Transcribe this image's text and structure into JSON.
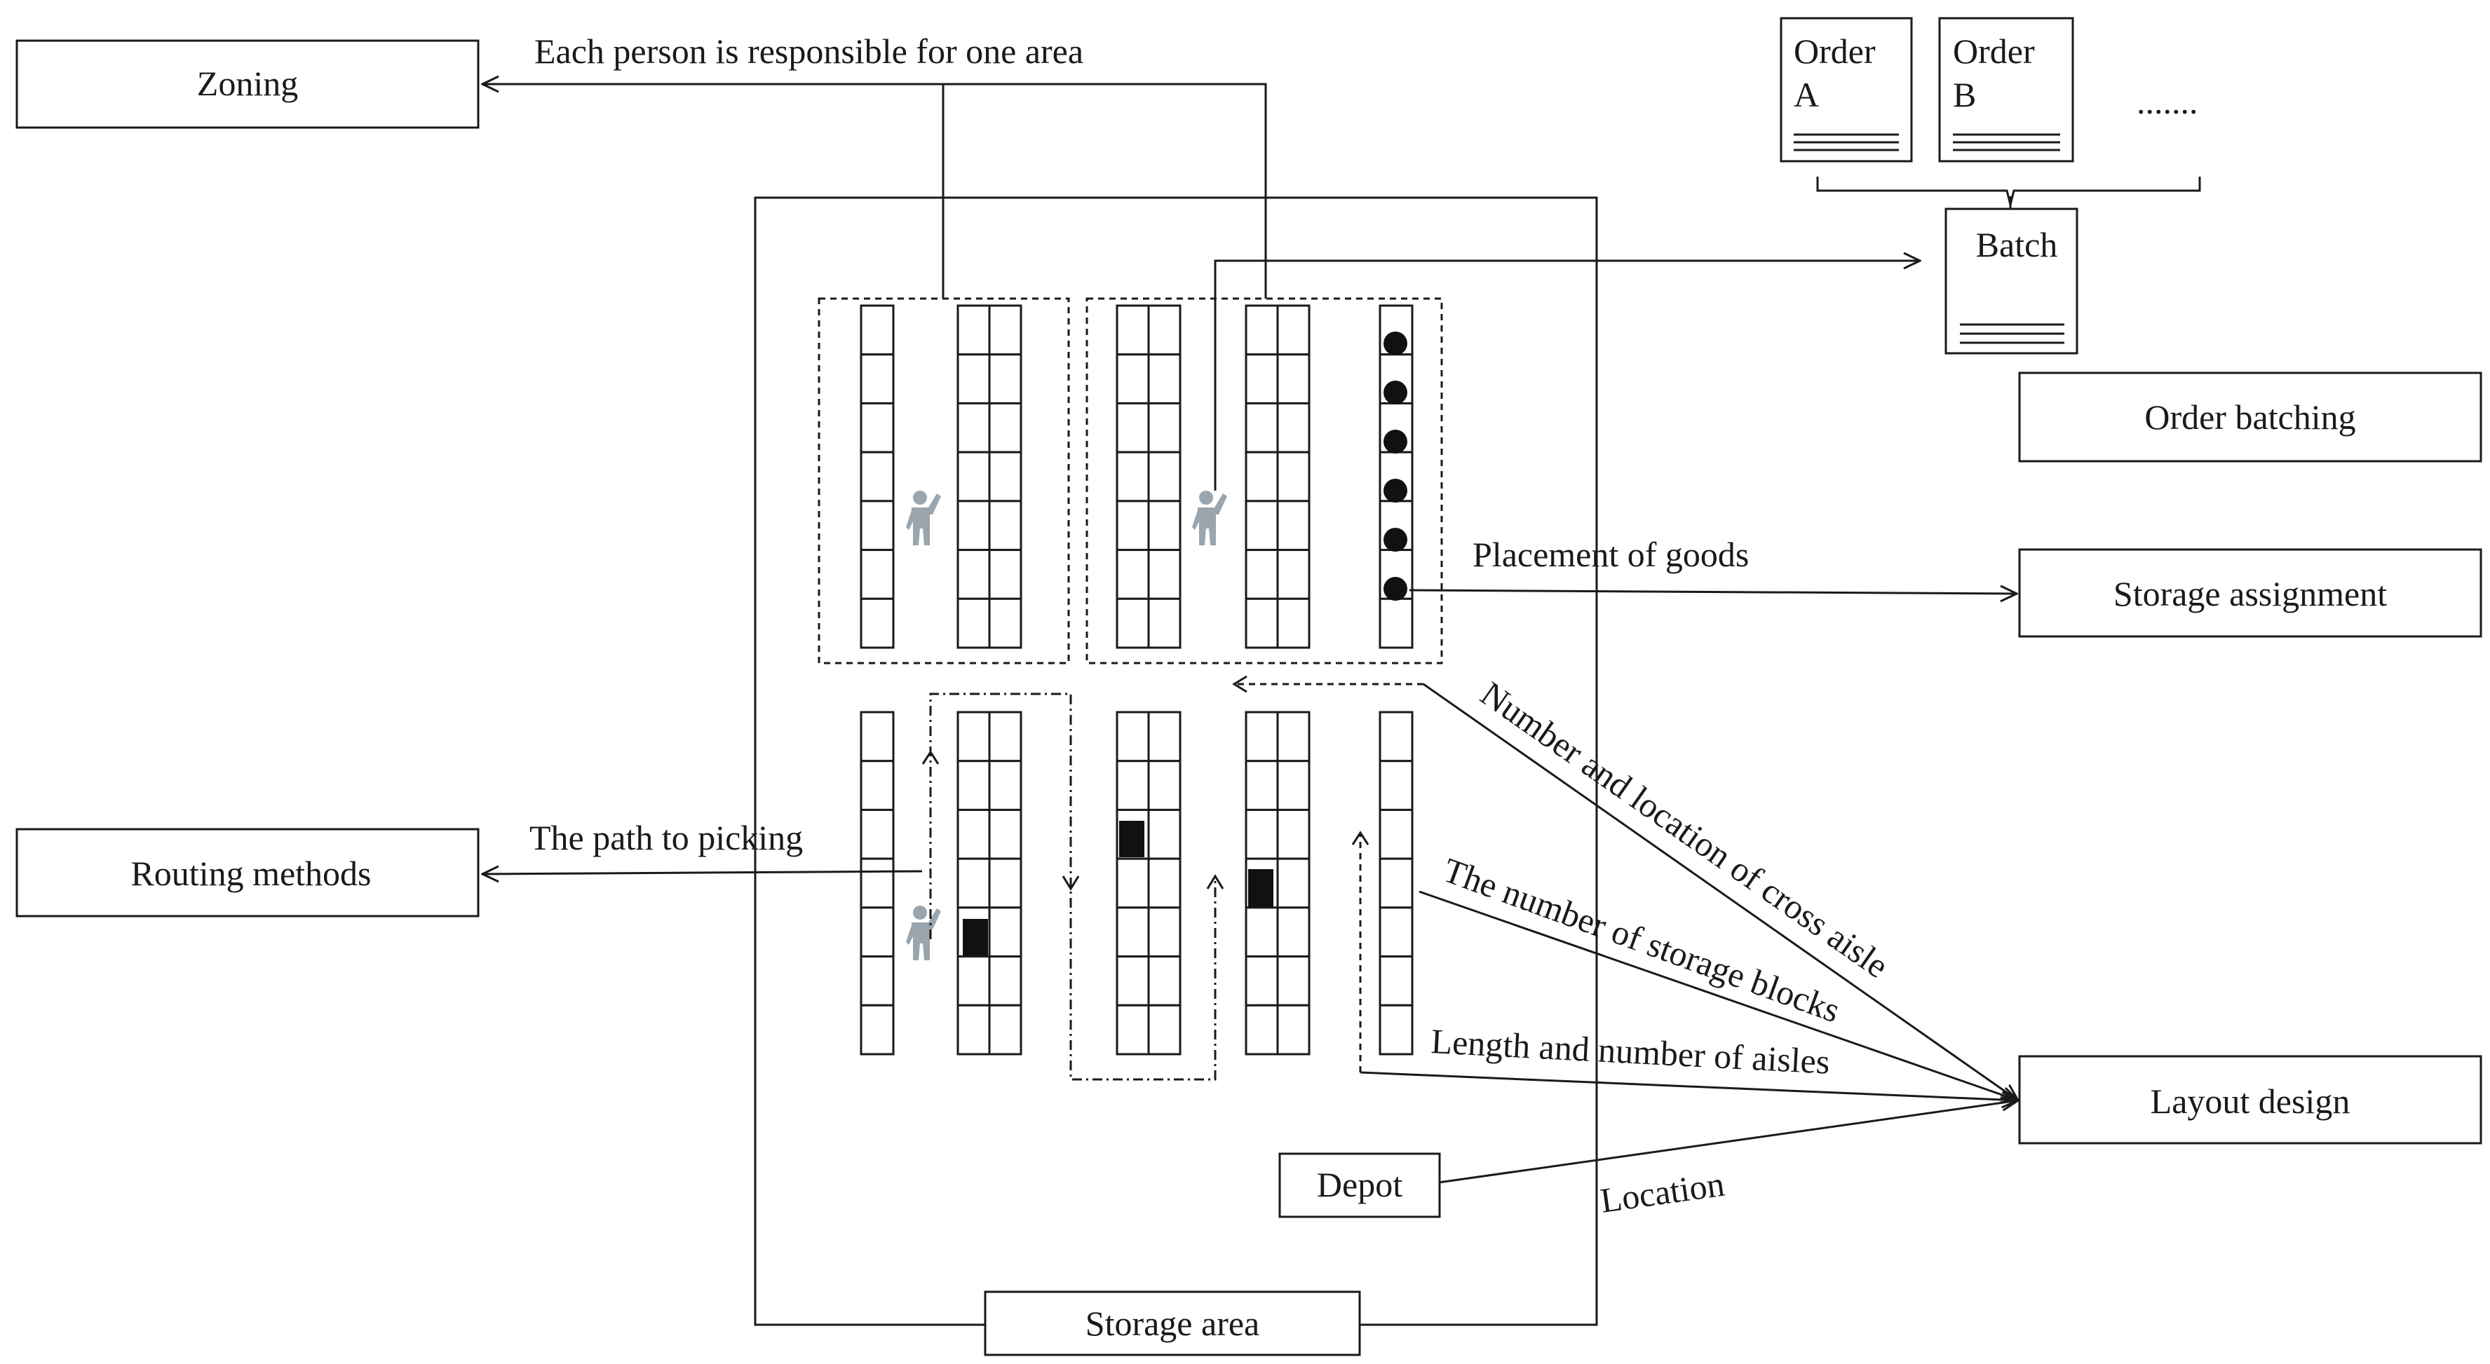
{
  "concepts": {
    "zoning": "Zoning",
    "routing_methods": "Routing methods",
    "order_batching": "Order batching",
    "storage_assignment": "Storage assignment",
    "layout_design": "Layout design"
  },
  "orders": {
    "order_a": [
      "Order",
      "A"
    ],
    "order_b": [
      "Order",
      "B"
    ],
    "more": ".......",
    "batch": "Batch"
  },
  "annotations": {
    "zoning": "Each person is responsible for one area",
    "routing": "The path to picking",
    "storage": "Placement of goods",
    "cross_aisle": "Number and location of cross aisle",
    "storage_blocks": "The number of storage blocks",
    "aisles": "Length and number of aisles",
    "location": "Location"
  },
  "warehouse": {
    "depot": "Depot",
    "storage_area": "Storage area"
  },
  "icons": [
    "picker-person-icon",
    "stored-goods-dot-icon",
    "pick-location-square-icon"
  ],
  "colors": {
    "line": "#1a1a1a",
    "person": "#9aa5ad"
  }
}
